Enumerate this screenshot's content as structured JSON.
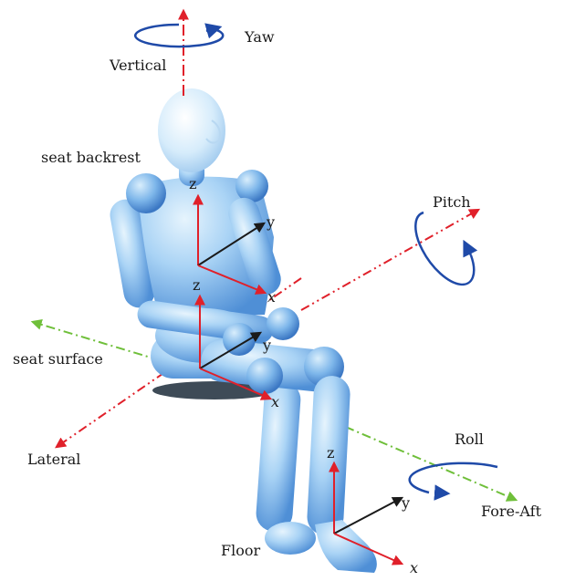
{
  "labels": {
    "yaw": "Yaw",
    "vertical": "Vertical",
    "seat_backrest": "seat backrest",
    "pitch": "Pitch",
    "seat_surface": "seat surface",
    "lateral": "Lateral",
    "roll": "Roll",
    "fore_aft": "Fore-Aft",
    "floor": "Floor"
  },
  "frames": {
    "backrest": {
      "z": "z",
      "y": "y",
      "x": "x"
    },
    "seat": {
      "z": "z",
      "y": "y",
      "x": "x"
    },
    "floor": {
      "z": "z",
      "y": "y",
      "x": "x"
    }
  },
  "colors": {
    "axis_red": "#e0202a",
    "axis_green": "#6fbf3a",
    "rotation_blue": "#1f4aa8",
    "frame_black": "#1a1a1a",
    "mannequin_light": "#d6ecfb",
    "mannequin_mid": "#9fcdf3",
    "mannequin_dark": "#4f8fd6"
  }
}
